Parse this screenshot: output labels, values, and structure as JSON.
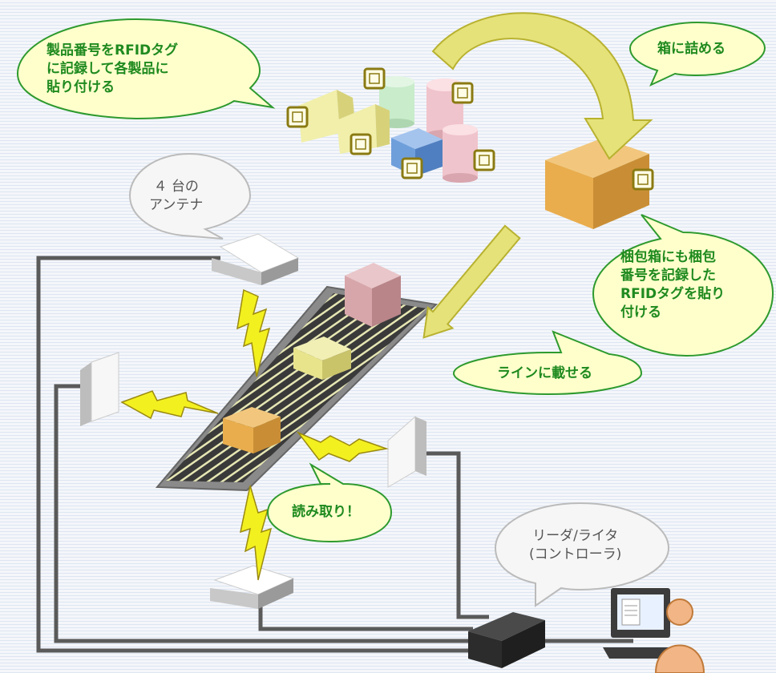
{
  "callouts": {
    "record_tag": [
      "製品番号をRFIDタグ",
      "に記録して各製品に",
      "貼り付ける"
    ],
    "pack": "箱に詰める",
    "box_tag": [
      "梱包箱にも梱包",
      "番号を記録した",
      "RFIDタグを貼り",
      "付ける"
    ],
    "load_line": "ラインに載せる",
    "read": "読み取り！",
    "antennas": [
      "４ 台の",
      "アンテナ"
    ],
    "reader": [
      "リーダ/ライタ",
      "(コントローラ)"
    ]
  },
  "colors": {
    "callout_fill": "#ffffcc",
    "callout_border": "#2e9a2e",
    "callout_text": "#1f8a1f",
    "gray_bubble_fill": "#f6f6f6",
    "gray_bubble_border": "#bbbbbb",
    "arrow_fill": "#e6e27a",
    "lightning": "#f3f020",
    "box_orange": "#e9ad4d",
    "box_pink": "#d7a6aa",
    "box_yellow": "#e8e48c",
    "cylinder_green": "#c9eccb",
    "cylinder_pink": "#f0c4cc",
    "box_blue": "#6f9fdb",
    "cable": "#5a5a5a"
  },
  "icons": [
    "rfid-tag-icon",
    "lightning-icon",
    "computer-icon",
    "person-icon",
    "reader-writer-device-icon",
    "antenna-icon"
  ]
}
